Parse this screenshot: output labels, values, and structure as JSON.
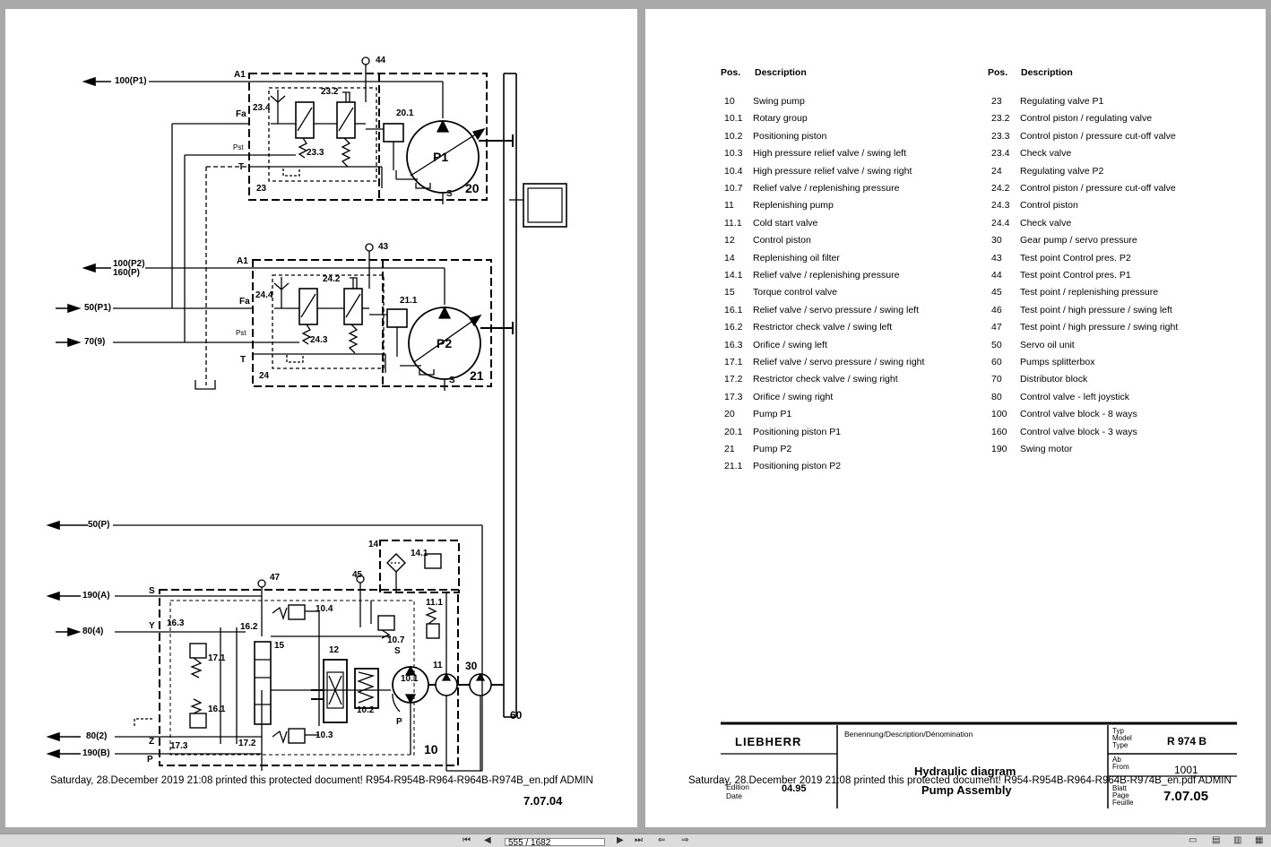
{
  "left_page": {
    "labels": {
      "l100p1": "100(P1)",
      "l100p2": "100(P2)",
      "l160p": "160(P)",
      "l50p1": "50(P1)",
      "l70": "70(9)",
      "l50p": "50(P)",
      "l190a": "190(A)",
      "l80_4": "80(4)",
      "l80_2": "80(2)",
      "l190b": "190(B)",
      "a1_top": "A1",
      "fa_top": "Fa",
      "pst_top": "Pst",
      "t_top": "T",
      "n23_4": "23.4",
      "n23_2": "23.2",
      "n23_3": "23.3",
      "n23": "23",
      "n20_1": "20.1",
      "n44": "44",
      "p1": "P1",
      "s_top": "S",
      "n20": "20",
      "a1_mid": "A1",
      "fa_mid": "Fa",
      "pst_mid": "Pst",
      "t_mid": "T",
      "n24_4": "24.4",
      "n24_2": "24.2",
      "n24_3": "24.3",
      "n24": "24",
      "n21_1": "21.1",
      "n43": "43",
      "p2": "P2",
      "s_mid": "S",
      "n21": "21",
      "n14": "14",
      "n14_1": "14.1",
      "n47": "47",
      "n45": "45",
      "s_bot": "S",
      "y_bot": "Y",
      "n16_3": "16.3",
      "n16_2": "16.2",
      "n15": "15",
      "n17_1": "17.1",
      "n16_1": "16.1",
      "n17_3": "17.3",
      "n17_2": "17.2",
      "z_bot": "Z",
      "p_bot": "P",
      "n10_4": "10.4",
      "n10_7": "10.7",
      "n11_1": "11.1",
      "n12": "12",
      "n10_1": "10.1",
      "n10_2": "10.2",
      "n10_3": "10.3",
      "s_pump": "S",
      "p_pump": "P",
      "n11": "11",
      "n30": "30",
      "n10": "10",
      "n60": "60"
    },
    "footer": "Saturday, 28.December 2019 21:08 printed this protected document! R954-R954B-R964-R964B-R974B_en.pdf ADMIN",
    "page_code": "7.07.04"
  },
  "right_page": {
    "header": {
      "pos": "Pos.",
      "description": "Description"
    },
    "left_rows": [
      {
        "pos": "10",
        "desc": "Swing pump"
      },
      {
        "pos": "10.1",
        "desc": "Rotary group"
      },
      {
        "pos": "10.2",
        "desc": "Positioning piston"
      },
      {
        "pos": "10.3",
        "desc": "High pressure relief valve / swing left"
      },
      {
        "pos": "10.4",
        "desc": "High pressure relief valve / swing right"
      },
      {
        "pos": "10.7",
        "desc": "Relief valve / replenishing pressure"
      },
      {
        "pos": "11",
        "desc": "Replenishing pump"
      },
      {
        "pos": "11.1",
        "desc": "Cold start valve"
      },
      {
        "pos": "12",
        "desc": "Control piston"
      },
      {
        "pos": "14",
        "desc": "Replenishing oil filter"
      },
      {
        "pos": "14.1",
        "desc": "Relief valve / replenishing pressure"
      },
      {
        "pos": "15",
        "desc": "Torque control valve"
      },
      {
        "pos": "16.1",
        "desc": "Relief valve / servo pressure / swing left"
      },
      {
        "pos": "16.2",
        "desc": "Restrictor check valve / swing left"
      },
      {
        "pos": "16.3",
        "desc": "Orifice / swing left"
      },
      {
        "pos": "17.1",
        "desc": "Relief valve / servo pressure / swing right"
      },
      {
        "pos": "17.2",
        "desc": "Restrictor check valve / swing right"
      },
      {
        "pos": "17.3",
        "desc": "Orifice / swing right"
      },
      {
        "pos": "20",
        "desc": "Pump P1"
      },
      {
        "pos": "20.1",
        "desc": "Positioning piston P1"
      },
      {
        "pos": "21",
        "desc": "Pump P2"
      },
      {
        "pos": "21.1",
        "desc": "Positioning piston P2"
      }
    ],
    "right_rows": [
      {
        "pos": "23",
        "desc": "Regulating valve P1"
      },
      {
        "pos": "23.2",
        "desc": "Control piston / regulating valve"
      },
      {
        "pos": "23.3",
        "desc": "Control piston / pressure cut-off valve"
      },
      {
        "pos": "23.4",
        "desc": "Check valve"
      },
      {
        "pos": "24",
        "desc": "Regulating valve P2"
      },
      {
        "pos": "24.2",
        "desc": "Control piston / pressure cut-off valve"
      },
      {
        "pos": "24.3",
        "desc": "Control piston"
      },
      {
        "pos": "24.4",
        "desc": "Check valve"
      },
      {
        "pos": "30",
        "desc": "Gear pump / servo pressure"
      },
      {
        "pos": "43",
        "desc": "Test point Control pres. P2"
      },
      {
        "pos": "44",
        "desc": "Test point Control pres. P1"
      },
      {
        "pos": "45",
        "desc": "Test point / replenishing pressure"
      },
      {
        "pos": "46",
        "desc": "Test point / high pressure / swing left"
      },
      {
        "pos": "47",
        "desc": "Test point / high pressure / swing right"
      },
      {
        "pos": "50",
        "desc": "Servo oil unit"
      },
      {
        "pos": "60",
        "desc": "Pumps splitterbox"
      },
      {
        "pos": "70",
        "desc": "Distributor block"
      },
      {
        "pos": "80",
        "desc": "Control valve - left joystick"
      },
      {
        "pos": "100",
        "desc": "Control valve block - 8 ways"
      },
      {
        "pos": "160",
        "desc": "Control valve block - 3 ways"
      },
      {
        "pos": "190",
        "desc": "Swing motor"
      }
    ],
    "title_block": {
      "logo": "LIEBHERR",
      "denomination_label": "Benennung/Description/Dénomination",
      "title1": "Hydraulic diagram",
      "title2": "Pump Assembly",
      "typ_label1": "Typ",
      "typ_label2": "Model",
      "typ_label3": "Type",
      "model": "R 974 B",
      "ab_label1": "Ab",
      "ab_label2": "From",
      "serial": "1001",
      "edition_label1": "Edition",
      "edition_label2": "Date",
      "edition": "04.95",
      "blatt_label1": "Blatt",
      "blatt_label2": "Page",
      "blatt_label3": "Feuille",
      "page_code": "7.07.05"
    },
    "footer": "Saturday, 28.December 2019 21:08 printed this protected document! R954-R954B-R964-R964B-R974B_en.pdf ADMIN"
  },
  "toolbar": {
    "page_indicator": "555 / 1682"
  }
}
